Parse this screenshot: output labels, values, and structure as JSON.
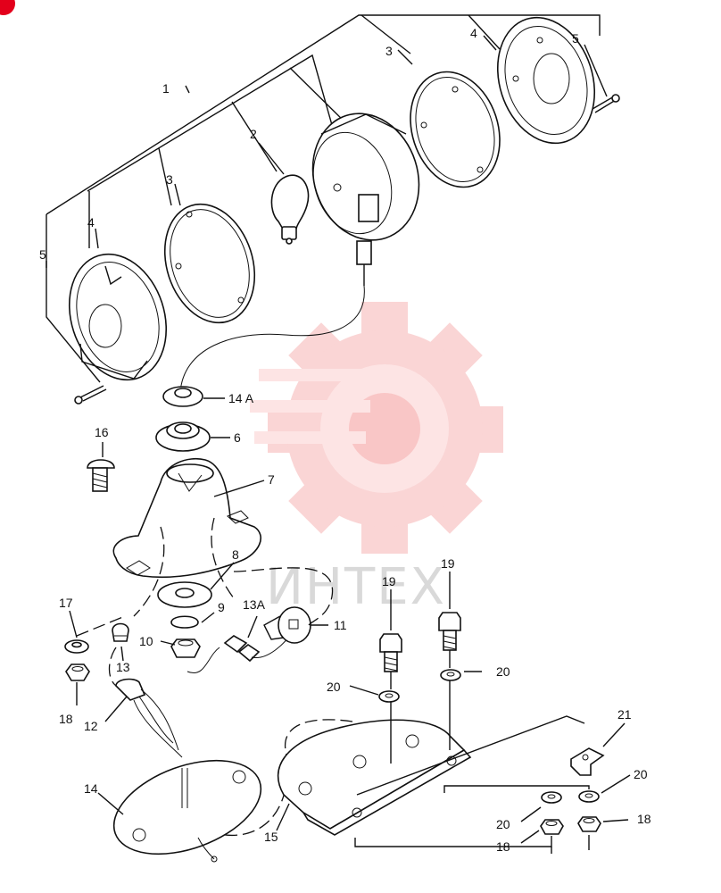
{
  "watermark": {
    "text": "ИНТЕХ",
    "brand_color": "#f4a9a9"
  },
  "corner_badge": {
    "color": "#e3001b"
  },
  "callouts": {
    "c1": "1",
    "c2": "2",
    "c3a": "3",
    "c3b": "3",
    "c4a": "4",
    "c4b": "4",
    "c5a": "5",
    "c5b": "5",
    "c6": "6",
    "c7": "7",
    "c8": "8",
    "c9": "9",
    "c10": "10",
    "c11": "11",
    "c12": "12",
    "c13": "13",
    "c13a": "13A",
    "c14": "14",
    "c14a": "14 A",
    "c15": "15",
    "c16": "16",
    "c17": "17",
    "c18a": "18",
    "c18b": "18",
    "c18c": "18",
    "c19a": "19",
    "c19b": "19",
    "c20a": "20",
    "c20b": "20",
    "c20c": "20",
    "c20d": "20",
    "c21": "21"
  }
}
